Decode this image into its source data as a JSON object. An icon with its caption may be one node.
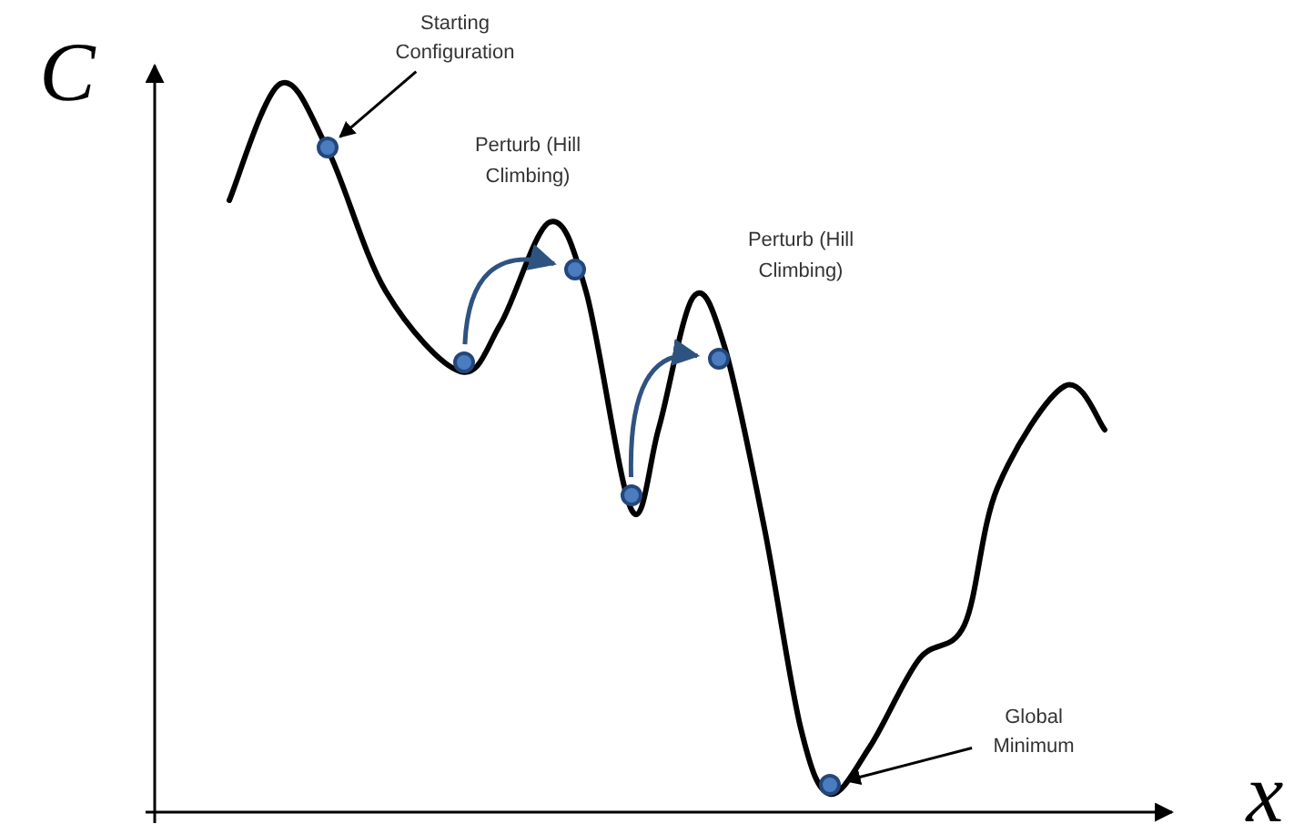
{
  "diagram": {
    "nodes": [
      {
        "text": [
          "Starting Configuration"
        ]
      },
      {
        "text": [],
        "shape": "circle"
      },
      {
        "text": [],
        "shape": "circle"
      },
      {
        "text": [],
        "shape": "circle"
      },
      {
        "text": [],
        "shape": "circle"
      },
      {
        "text": [],
        "shape": "circle"
      },
      {
        "text": [
          "Global Minimum"
        ]
      },
      {
        "text": [],
        "shape": "circle"
      }
    ],
    "edges": [
      {
        "from": 0,
        "to": 1,
        "arrow": "to"
      },
      {
        "from": 2,
        "to": 3,
        "arrow": "to",
        "color": "#2f5380"
      },
      {
        "from": 4,
        "to": 5,
        "arrow": "to",
        "color": "#2f5380"
      },
      {
        "from": 6,
        "to": 7,
        "arrow": "to"
      }
    ],
    "labels": [
      "C",
      "x",
      "Perturb (Hill Climbing)",
      "Perturb (Hill Climbing)"
    ]
  }
}
